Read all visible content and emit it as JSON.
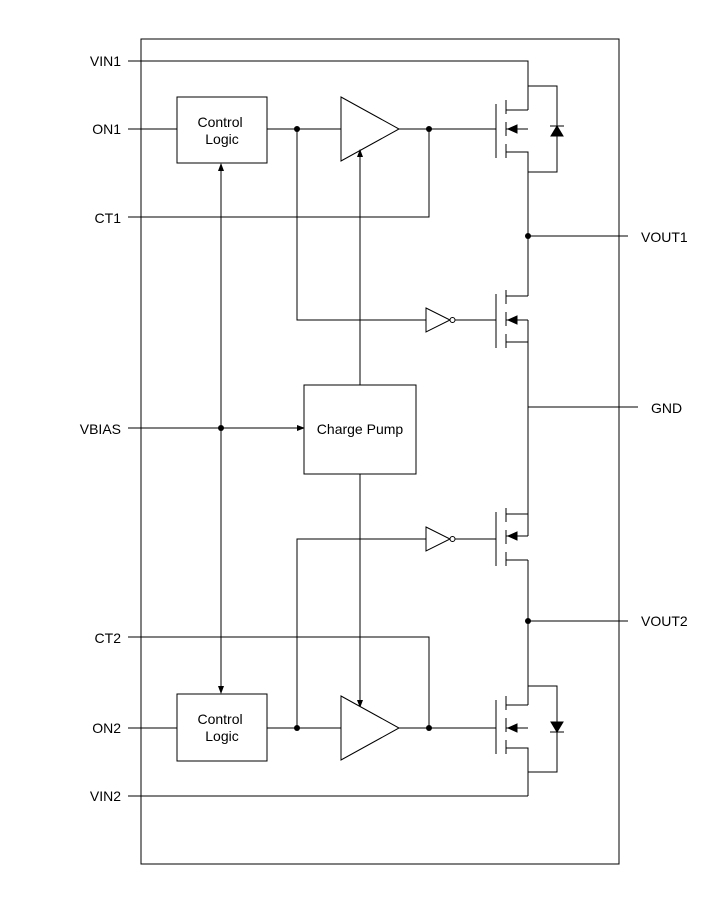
{
  "pins": {
    "vin1": "VIN1",
    "on1": "ON1",
    "ct1": "CT1",
    "vbias": "VBIAS",
    "ct2": "CT2",
    "on2": "ON2",
    "vin2": "VIN2",
    "vout1": "VOUT1",
    "gnd": "GND",
    "vout2": "VOUT2"
  },
  "blocks": {
    "control_logic_1": [
      "Control",
      "Logic"
    ],
    "control_logic_2": [
      "Control",
      "Logic"
    ],
    "charge_pump": "Charge Pump"
  }
}
